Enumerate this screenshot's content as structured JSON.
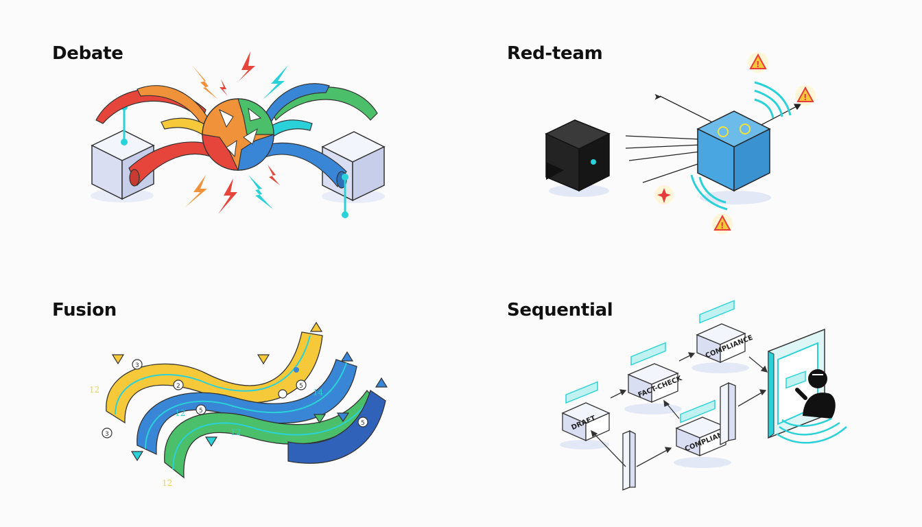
{
  "panels": {
    "debate": {
      "title": "Debate"
    },
    "redteam": {
      "title": "Red-team"
    },
    "fusion": {
      "title": "Fusion",
      "number_labels": [
        "12",
        "12",
        "12",
        "12",
        "14"
      ],
      "badges": [
        "3",
        "2",
        "5",
        "3",
        "5",
        "5"
      ]
    },
    "sequential": {
      "title": "Sequential",
      "stages": [
        "DRAFT",
        "FACT-CHECK",
        "COMPLIANCE",
        "COMPLIANCE"
      ]
    }
  },
  "colors": {
    "red": "#e5453a",
    "orange": "#f0923a",
    "yellow": "#f5c93a",
    "green": "#4cbf6a",
    "blue": "#3a86d6",
    "cyan": "#2ad1d8",
    "box": "#dde3f5",
    "dark_box": "#2a2a2a",
    "blue_cube": "#4aa6e0",
    "warning": "#e83a3a"
  }
}
